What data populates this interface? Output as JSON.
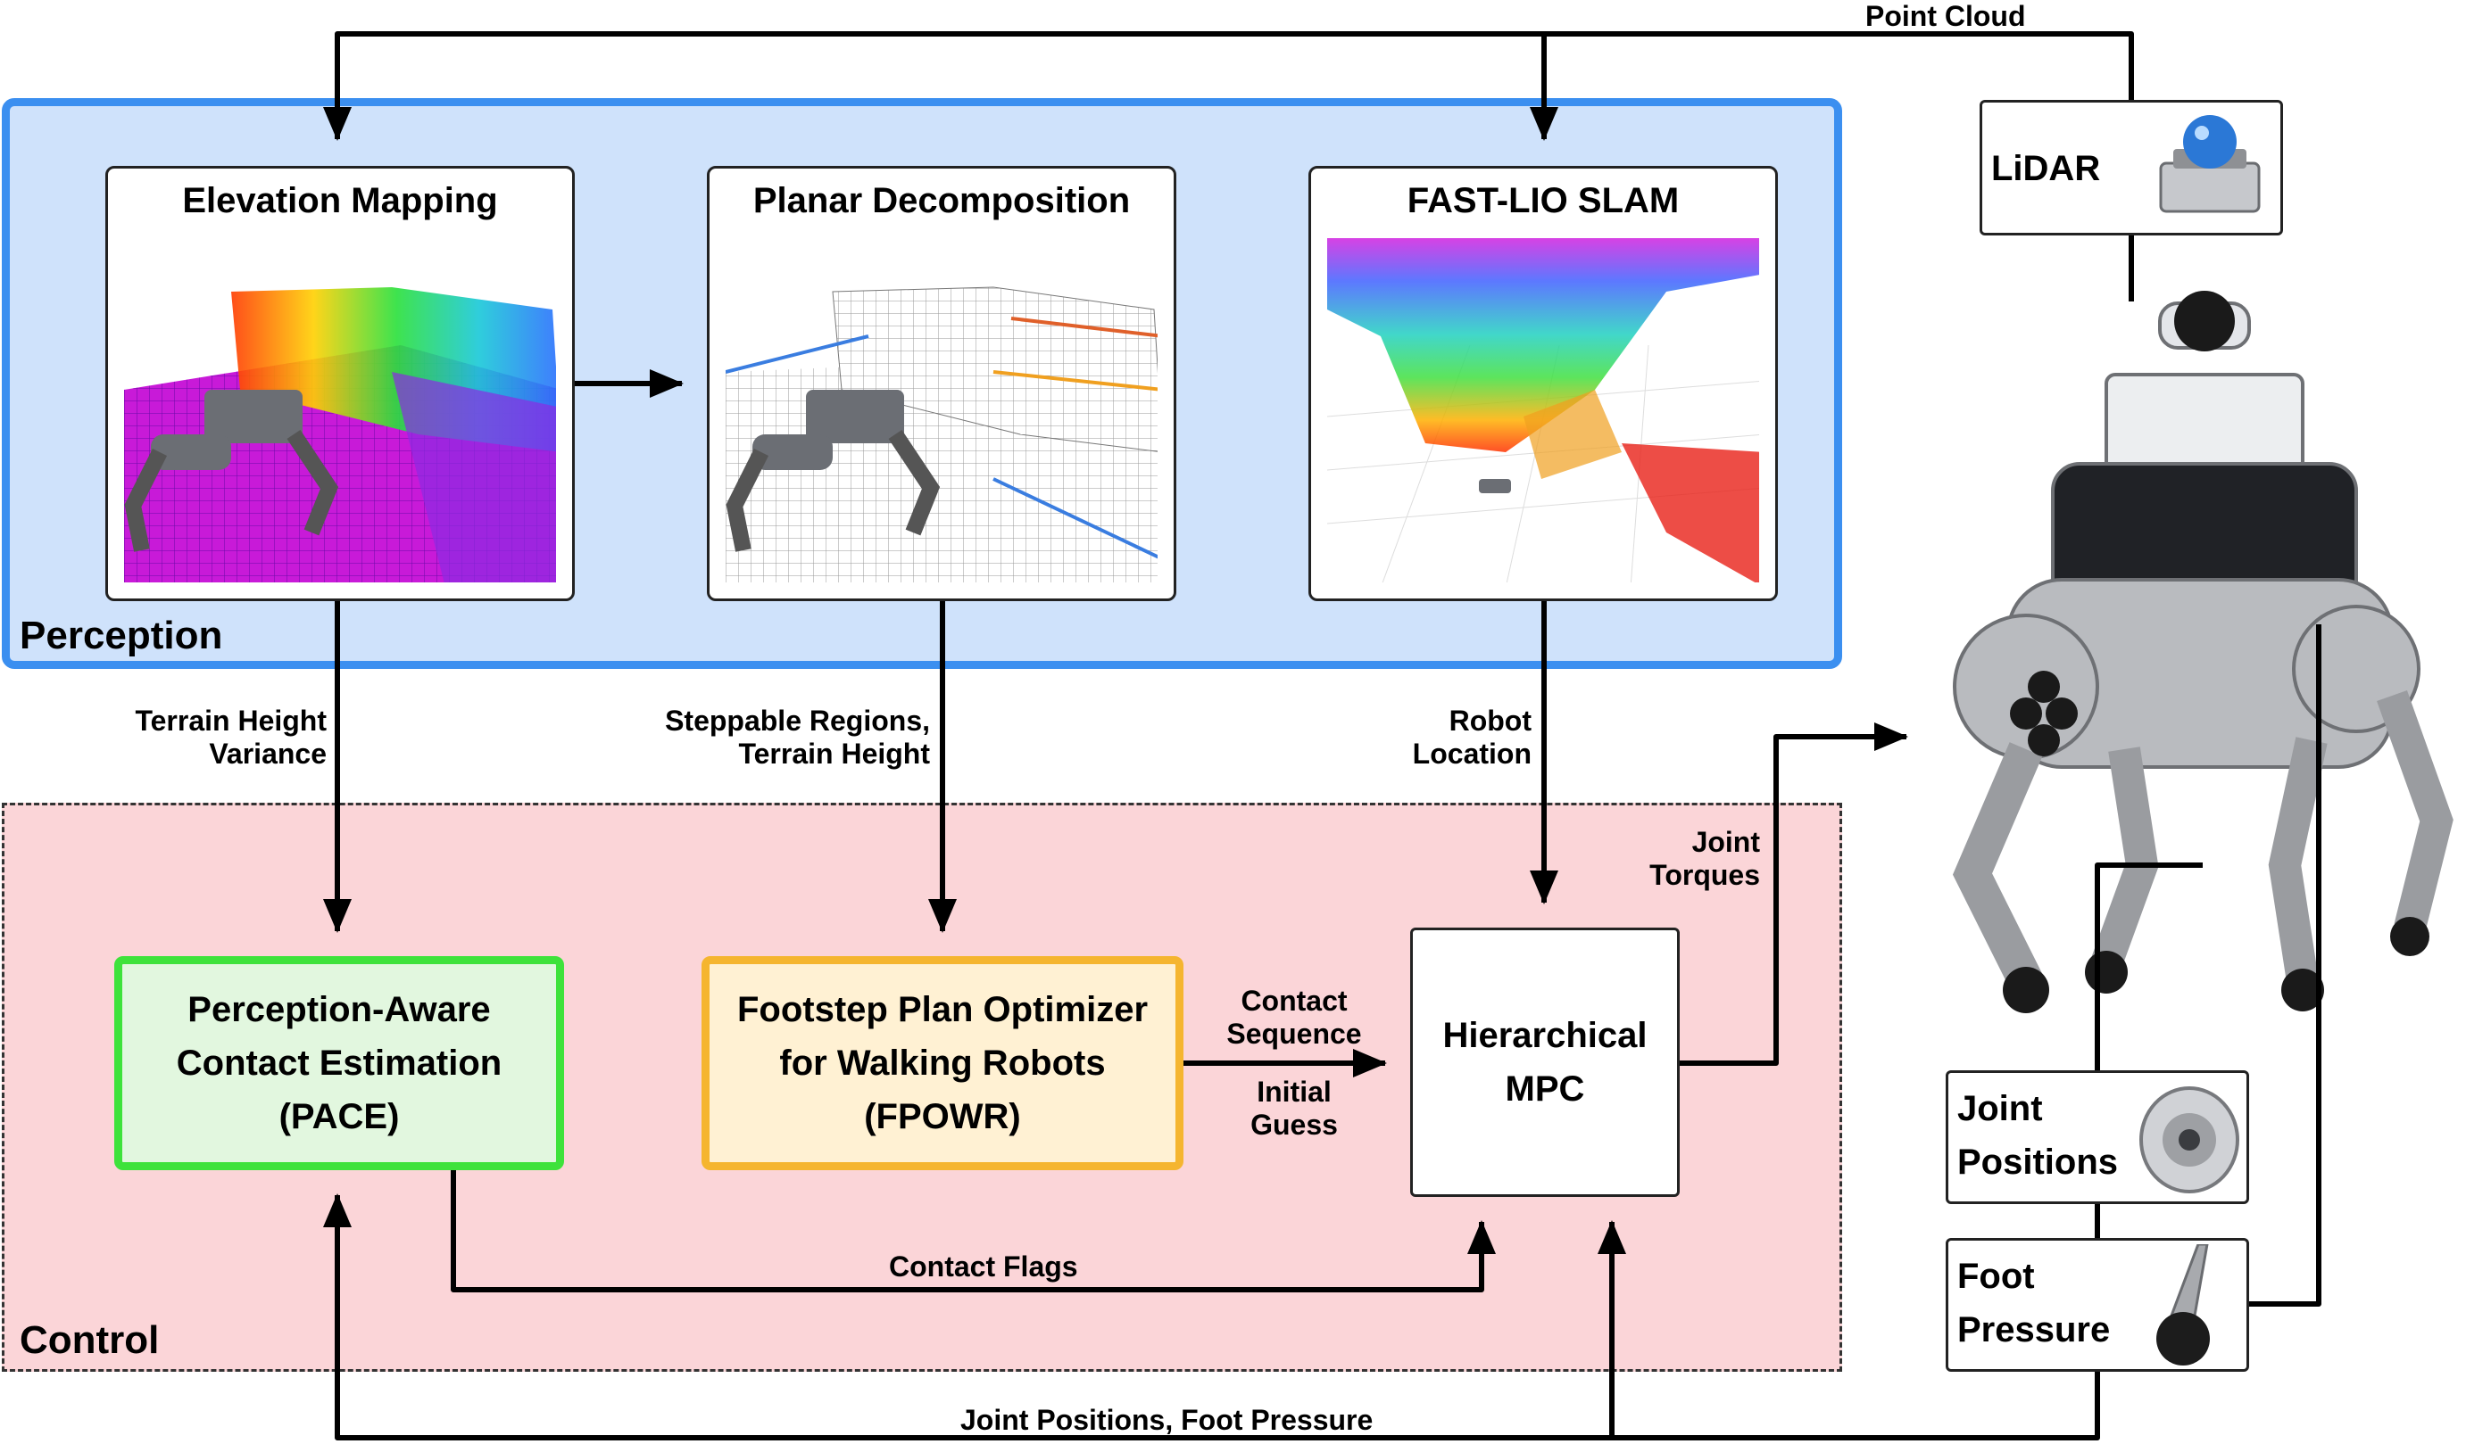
{
  "regions": {
    "perception": "Perception",
    "control": "Control"
  },
  "panels": {
    "elevation": "Elevation Mapping",
    "planar": "Planar Decomposition",
    "slam": "FAST-LIO SLAM"
  },
  "nodes": {
    "pace": [
      "Perception-Aware",
      "Contact Estimation",
      "(PACE)"
    ],
    "fpowr": [
      "Footstep Plan Optimizer",
      "for Walking Robots",
      "(FPOWR)"
    ],
    "mpc": [
      "Hierarchical",
      "MPC"
    ]
  },
  "sensors": {
    "lidar": "LiDAR",
    "joint_positions": [
      "Joint",
      "Positions"
    ],
    "foot_pressure": [
      "Foot",
      "Pressure"
    ]
  },
  "edge_labels": {
    "point_cloud": "Point Cloud",
    "terrain_height_variance": [
      "Terrain Height",
      "Variance"
    ],
    "steppable_regions": [
      "Steppable Regions,",
      "Terrain Height"
    ],
    "robot_location": [
      "Robot",
      "Location"
    ],
    "contact_sequence": [
      "Contact",
      "Sequence"
    ],
    "initial_guess": [
      "Initial",
      "Guess"
    ],
    "joint_torques": [
      "Joint",
      "Torques"
    ],
    "contact_flags": "Contact Flags",
    "joint_positions_foot_pressure": "Joint Positions, Foot Pressure"
  },
  "colors": {
    "perception_fill": "#cfe2fb",
    "perception_border": "#3b8ff0",
    "control_fill": "#fbd5d8",
    "pace_border": "#3ee23b",
    "pace_fill": "#e2f7df",
    "fpowr_border": "#f5b52f",
    "fpowr_fill": "#fff1d3"
  },
  "icons": [
    "lidar-sensor-icon",
    "joint-motor-icon",
    "foot-sensor-icon",
    "quadruped-robot-image"
  ]
}
